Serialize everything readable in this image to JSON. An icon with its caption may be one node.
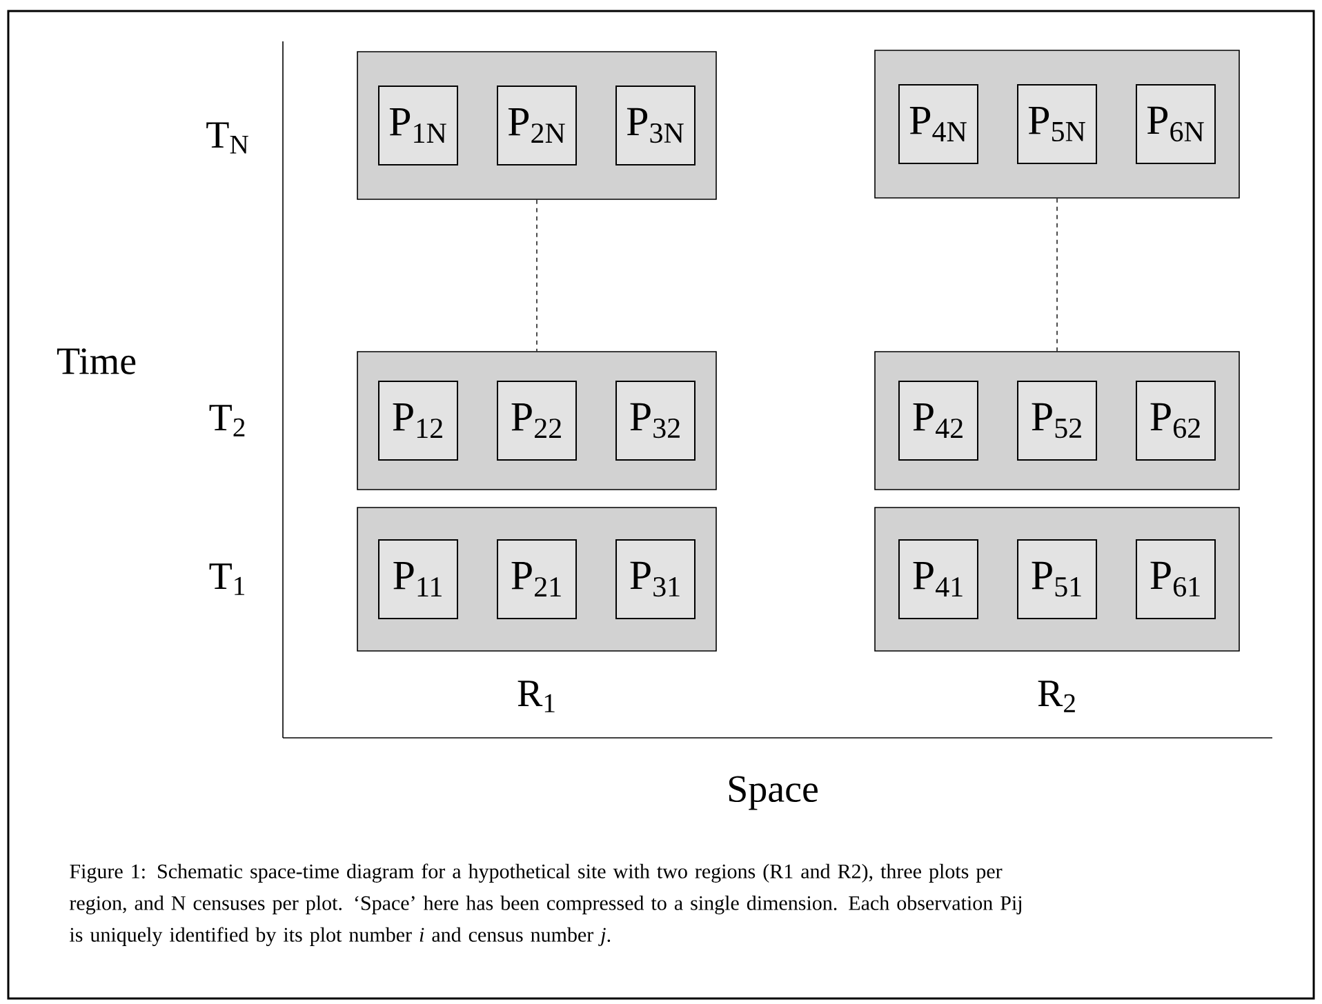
{
  "diagram": {
    "caption": "Figure 1: Schematic space-time diagram for a hypothetical site with two regions (R1 and R2), three plots per region, and N censuses per plot.  ‘Space’ here has been compressed to a single dimension.  Each observation Pij is uniquely identified by its plot number *i* and census number *j*.",
    "nodes": [
      {
        "text": [],
        "shape": "box"
      },
      {
        "text": [
          "P$_{1N}$"
        ],
        "in": 0
      },
      {
        "text": [
          "P$_{2N}$"
        ],
        "in": 0
      },
      {
        "text": [
          "P$_{3N}$"
        ],
        "in": 0
      },
      {
        "text": [],
        "shape": "box"
      },
      {
        "text": [
          "P$_{4N}$"
        ],
        "in": 4
      },
      {
        "text": [
          "P$_{5N}$"
        ],
        "in": 4
      },
      {
        "text": [
          "P$_{6N}$"
        ],
        "in": 4
      },
      {
        "text": [],
        "shape": "box"
      },
      {
        "text": [
          "P$_{12}$"
        ],
        "in": 8
      },
      {
        "text": [
          "P$_{22}$"
        ],
        "in": 8
      },
      {
        "text": [
          "P$_{32}$"
        ],
        "in": 8
      },
      {
        "text": [],
        "shape": "box"
      },
      {
        "text": [
          "P$_{42}$"
        ],
        "in": 12
      },
      {
        "text": [
          "P$_{52}$"
        ],
        "in": 12
      },
      {
        "text": [
          "P$_{62}$"
        ],
        "in": 12
      },
      {
        "text": [],
        "shape": "box"
      },
      {
        "text": [
          "P$_{11}$"
        ],
        "in": 16
      },
      {
        "text": [
          "P$_{21}$"
        ],
        "in": 16
      },
      {
        "text": [
          "P$_{31}$"
        ],
        "in": 16
      },
      {
        "text": [],
        "shape": "box"
      },
      {
        "text": [
          "P$_{41}$"
        ],
        "in": 20
      },
      {
        "text": [
          "P$_{51}$"
        ],
        "in": 20
      },
      {
        "text": [
          "P$_{61}$"
        ],
        "in": 20
      }
    ],
    "edges": [
      {
        "from": 0,
        "to": 8,
        "arrow": "none",
        "style": "dashed"
      },
      {
        "from": 4,
        "to": 12,
        "arrow": "none",
        "style": "dashed"
      }
    ],
    "labels": [
      "T$_{N}$",
      "Time",
      "T$_{2}$",
      "T$_{1}$",
      "R$_{1}$",
      "R$_{2}$",
      "Space"
    ]
  }
}
